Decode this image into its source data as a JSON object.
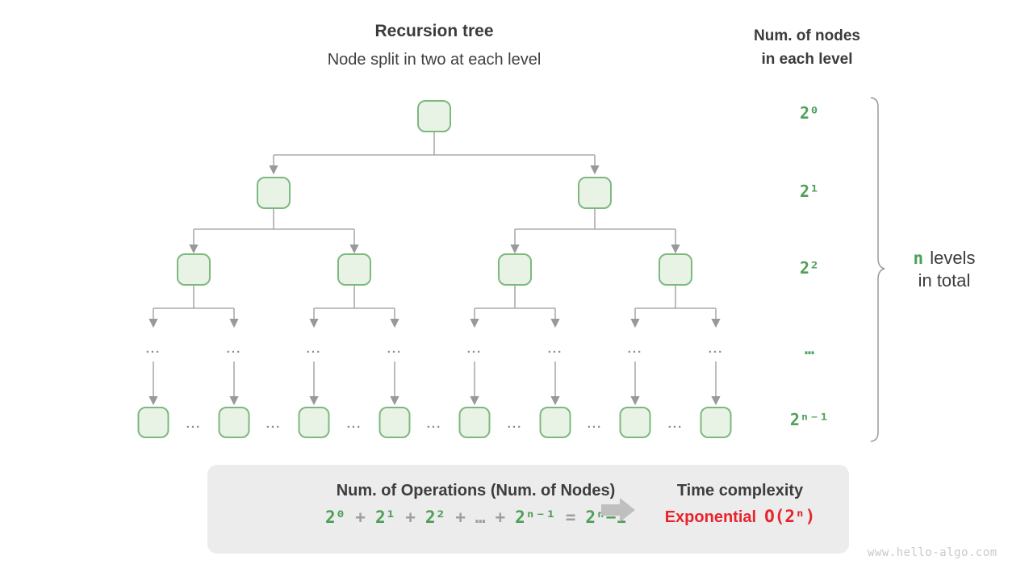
{
  "header": {
    "title": "Recursion tree",
    "subtitle": "Node split in two at each level",
    "right_title": "Num. of nodes\nin each level"
  },
  "levels": {
    "labels": [
      "2⁰",
      "2¹",
      "2²",
      "…",
      "2ⁿ⁻¹"
    ]
  },
  "brace_label": {
    "n": "n",
    "line1": "levels",
    "line2": "in total"
  },
  "tree": {
    "ellipsis": "..."
  },
  "summary": {
    "ops_title": "Num. of Operations (Num. of Nodes)",
    "formula_tokens": [
      {
        "t": "2⁰",
        "c": "g"
      },
      {
        "t": "+",
        "c": "o"
      },
      {
        "t": "2¹",
        "c": "g"
      },
      {
        "t": "+",
        "c": "o"
      },
      {
        "t": "2²",
        "c": "g"
      },
      {
        "t": "+",
        "c": "o"
      },
      {
        "t": "…",
        "c": "o"
      },
      {
        "t": "+",
        "c": "o"
      },
      {
        "t": "2ⁿ⁻¹",
        "c": "g"
      },
      {
        "t": "=",
        "c": "o"
      },
      {
        "t": "2ⁿ−1",
        "c": "g"
      }
    ],
    "tc_title": "Time complexity",
    "tc_name": "Exponential",
    "tc_big_o": "O(2ⁿ)"
  },
  "watermark": "www.hello-algo.com",
  "colors": {
    "green": "#4e9f58",
    "red": "#e8232b",
    "node_fill": "#e9f3e5",
    "node_border": "#7cb97f",
    "edge_gray": "#ababab"
  }
}
